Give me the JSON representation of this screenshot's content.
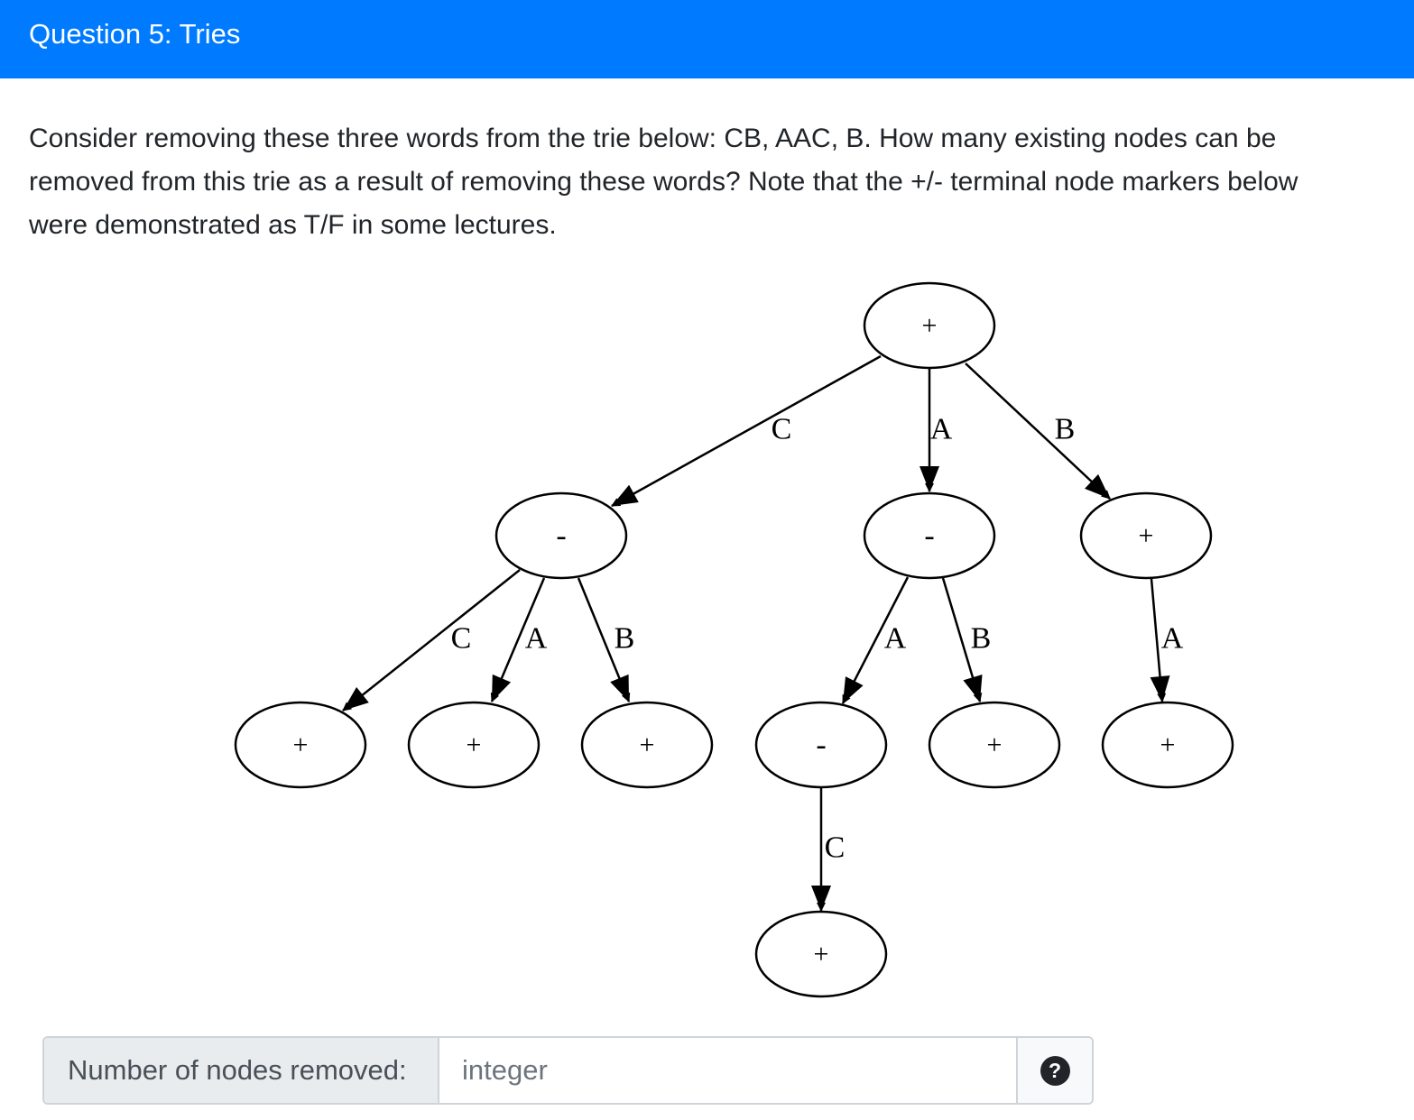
{
  "header": {
    "title": "Question 5: Tries"
  },
  "colors": {
    "header_bg": "#007bff",
    "header_text": "#ffffff",
    "text": "#212529",
    "addon_bg": "#e9ecef"
  },
  "question": {
    "line1": "Consider removing these three words from the trie below: CB, AAC, B. How many existing nodes can be",
    "line2": "removed from this trie as a result of removing these words? Note that the +/- terminal node markers below",
    "line3": "were demonstrated as T/F in some lectures."
  },
  "trie": {
    "nodes": [
      {
        "id": "root",
        "marker": "+"
      },
      {
        "id": "c",
        "marker": "-"
      },
      {
        "id": "a",
        "marker": "-"
      },
      {
        "id": "b",
        "marker": "+"
      },
      {
        "id": "cc",
        "marker": "+"
      },
      {
        "id": "ca",
        "marker": "+"
      },
      {
        "id": "cb",
        "marker": "+"
      },
      {
        "id": "aa",
        "marker": "-"
      },
      {
        "id": "ab",
        "marker": "+"
      },
      {
        "id": "ba",
        "marker": "+"
      },
      {
        "id": "aac",
        "marker": "+"
      }
    ],
    "edges": [
      {
        "from": "root",
        "to": "c",
        "label": "C"
      },
      {
        "from": "root",
        "to": "a",
        "label": "A"
      },
      {
        "from": "root",
        "to": "b",
        "label": "B"
      },
      {
        "from": "c",
        "to": "cc",
        "label": "C"
      },
      {
        "from": "c",
        "to": "ca",
        "label": "A"
      },
      {
        "from": "c",
        "to": "cb",
        "label": "B"
      },
      {
        "from": "a",
        "to": "aa",
        "label": "A"
      },
      {
        "from": "a",
        "to": "ab",
        "label": "B"
      },
      {
        "from": "b",
        "to": "ba",
        "label": "A"
      },
      {
        "from": "aa",
        "to": "aac",
        "label": "C"
      }
    ]
  },
  "answer": {
    "label": "Number of nodes removed:",
    "placeholder": "integer",
    "value": "",
    "help_icon": "question-circle-icon",
    "help_glyph": "?"
  }
}
